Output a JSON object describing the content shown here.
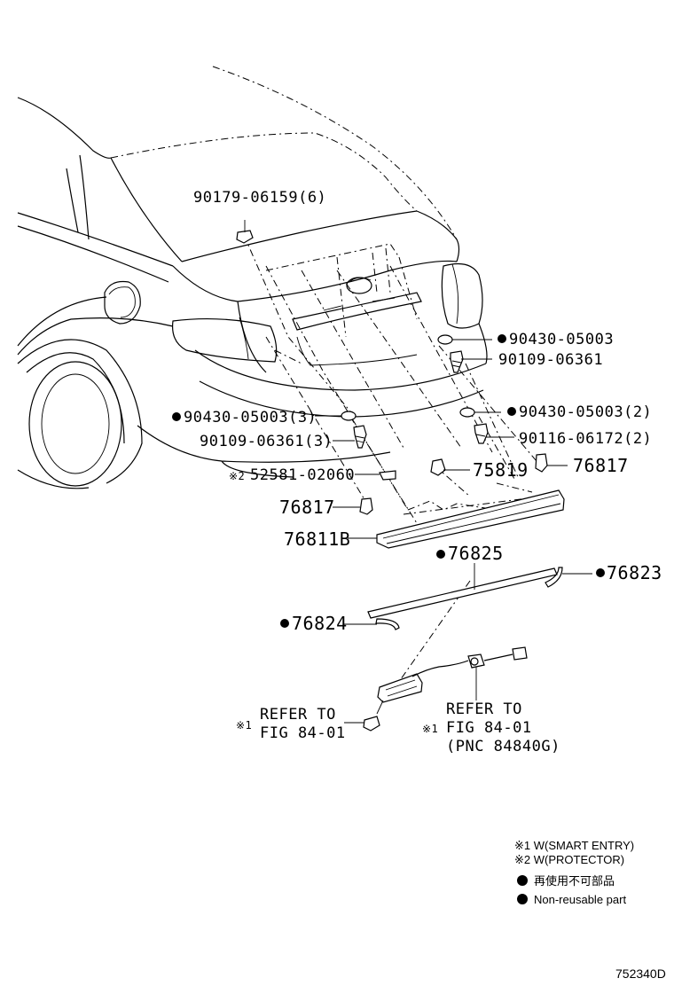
{
  "labels": {
    "p_90179": "90179-06159(6)",
    "p_90430_a": "90430-05003",
    "p_90109_a": "90109-06361",
    "p_90430_b": "90430-05003(2)",
    "p_90116": "90116-06172(2)",
    "p_90430_c": "90430-05003(3)",
    "p_90109_b": "90109-06361(3)",
    "p_52581": "52581-02060",
    "p_75819": "75819",
    "p_76817_r": "76817",
    "p_76817_l": "76817",
    "p_76811b": "76811B",
    "p_76825": "76825",
    "p_76823": "76823",
    "p_76824": "76824"
  },
  "refs": {
    "left_line1": "REFER TO",
    "left_line2": "FIG 84-01",
    "right_line1": "REFER TO",
    "right_line2": "FIG 84-01",
    "right_line3": "(PNC 84840G)",
    "mark1": "※1",
    "mark2": "※2"
  },
  "legend": {
    "note1": "※1 W(SMART ENTRY)",
    "note2": "※2 W(PROTECTOR)",
    "note3": "再使用不可部品",
    "note4": "Non-reusable part"
  },
  "figure_number": "752340D"
}
